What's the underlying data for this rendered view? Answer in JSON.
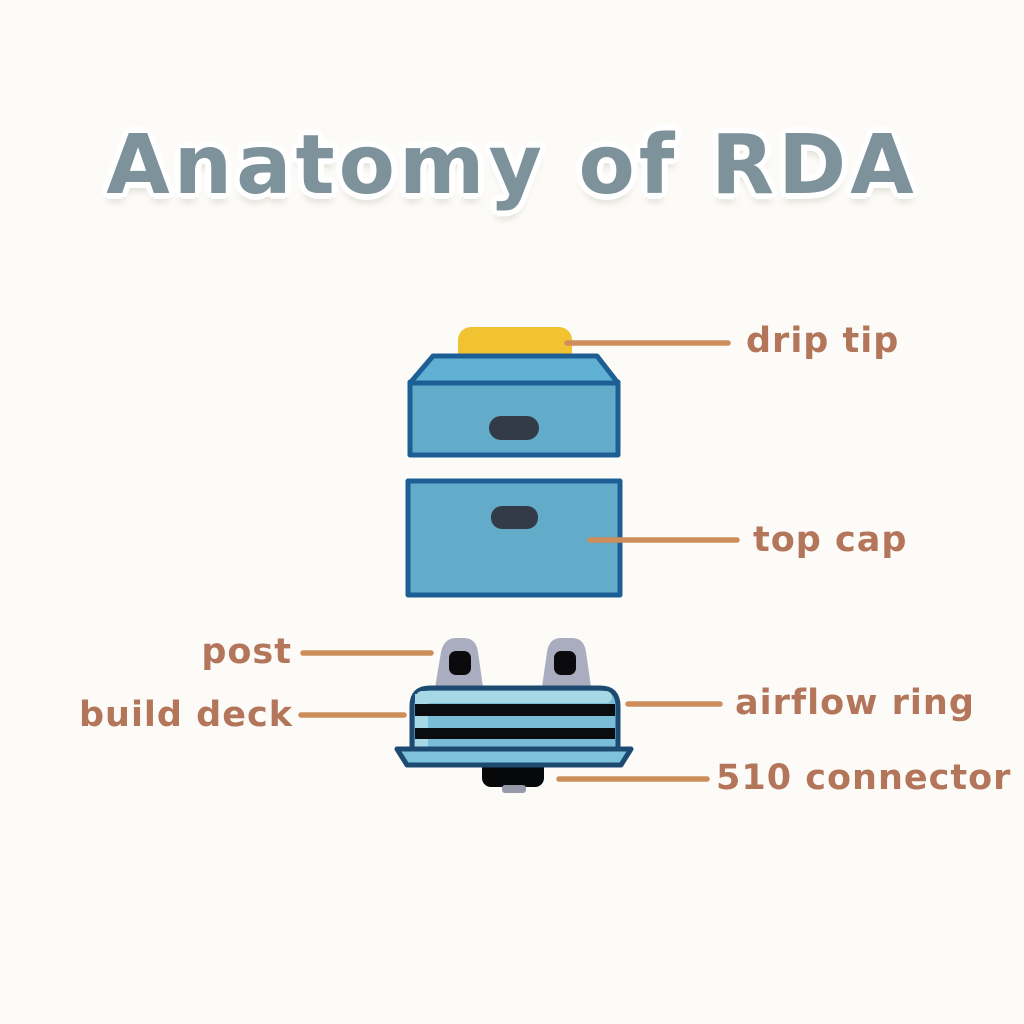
{
  "title": "Anatomy of RDA",
  "labels": {
    "drip_tip": "drip tip",
    "top_cap": "top cap",
    "post": "post",
    "build_deck": "build deck",
    "airflow_ring": "airflow ring",
    "connector_510": "510 connector"
  },
  "colors": {
    "background": "#fcfbf8",
    "title_slate": "#7d929a",
    "label_brown": "#b3765a",
    "leader_tan": "#cd8e5c",
    "drip_tip_yellow": "#f2c331",
    "cap_blue": "#62abc9",
    "cap_blue_top": "#5fb0d3",
    "outline_navy": "#1d5f95",
    "deck_outline_navy": "#1d4a70",
    "slot_dark": "#333b49",
    "post_grey": "#a9adbf",
    "hole_black": "#0b0b0d",
    "deck_blue": "#79bdd9",
    "deck_highlight": "#a7d8e6",
    "stripe_black": "#0a0c10",
    "flange_blue": "#7fc2dc",
    "connector_black": "#070809",
    "nub_grey": "#9599a9"
  }
}
